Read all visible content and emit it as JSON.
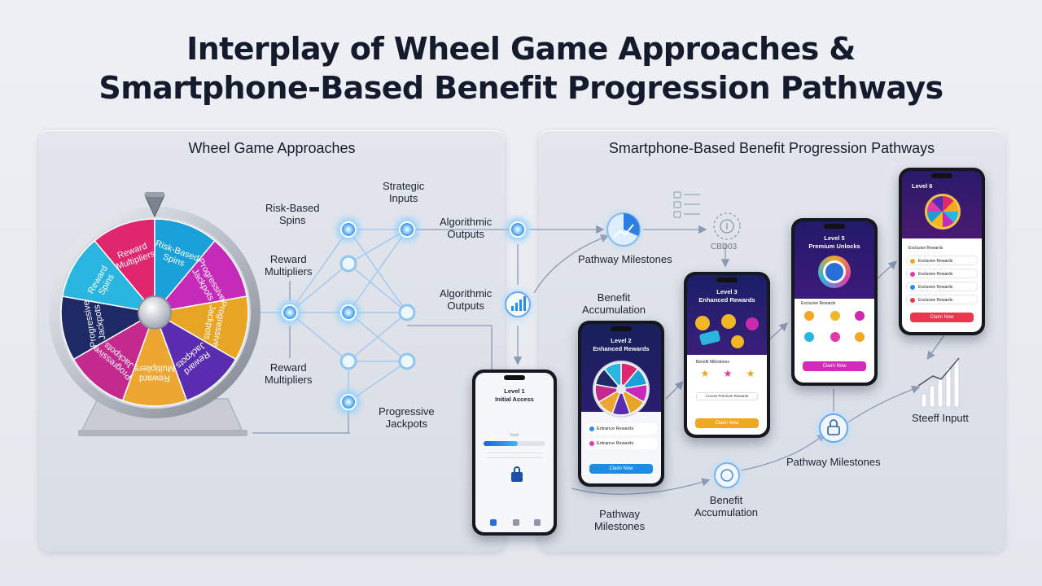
{
  "title_line1": "Interplay of Wheel Game Approaches &",
  "title_line2": "Smartphone-Based Benefit Progression Pathways",
  "left_panel": {
    "heading": "Wheel Game Approaches",
    "wheel_segments": [
      {
        "label": "Reward Multipliers",
        "color": "#e0266e"
      },
      {
        "label": "Risk-Based Spins",
        "color": "#1aa0d8"
      },
      {
        "label": "Progressive Jackpots",
        "color": "#c62ab8"
      },
      {
        "label": "Progressive Jackpots",
        "color": "#e7a425"
      },
      {
        "label": "Reward Jackpots",
        "color": "#5a2db0"
      },
      {
        "label": "Reward Multipliers",
        "color": "#eda631"
      },
      {
        "label": "Progressive Jackpots",
        "color": "#c42a8e"
      },
      {
        "label": "Progressive Jackpots",
        "color": "#1e2a66"
      },
      {
        "label": "Reward Spins",
        "color": "#2ab4e0"
      }
    ],
    "labels": {
      "risk_based_spins": "Risk-Based\nSpins",
      "strategic_inputs": "Strategic\nInputs",
      "reward_multipliers_top": "Reward\nMultipliers",
      "algorithmic_outputs_1": "Algorithmic\nOutputs",
      "algorithmic_outputs_2": "Algorithmic\nOutputs",
      "reward_multipliers_bottom": "Reward\nMultipliers",
      "progressive_jackpots": "Progressive\nJackpots"
    }
  },
  "right_panel": {
    "heading": "Smartphone-Based Benefit Progression Pathways",
    "labels": {
      "pathway_milestones_top": "Pathway Milestones",
      "benefit_accumulation_top": "Benefit\nAccumulation",
      "cbd": "CBD03",
      "pathway_milestones_mid": "Pathway Milestones",
      "steef_input": "Steeff Inputt",
      "benefit_accumulation_bottom": "Benefit\nAccumulation",
      "pathway_milestones_bottom": "Pathway\nMilestones"
    },
    "phones": {
      "p1": {
        "level": "Level 1",
        "subtitle": "Initial Access",
        "progress_label": "Fyrd",
        "progress": 0.55
      },
      "p2": {
        "level": "Level 2",
        "subtitle": "Enhanced Rewards",
        "row1": "Entrance Rewards",
        "row2": "Entrance Rewards",
        "button": "Claim Now"
      },
      "p3": {
        "level": "Level 3",
        "subtitle": "Enhanced Rewards",
        "card_title": "Benefit Milestones",
        "row": "Access Premium Rewards",
        "button": "Claim Now"
      },
      "p4": {
        "level": "Level 5",
        "subtitle": "Premium Unlocks",
        "card_title": "Exclusive Rewards",
        "button": "Claim Now"
      },
      "p5": {
        "level": "Level 6",
        "card_title": "Exclusive Rewards",
        "rows": [
          "Exclusive Rewards",
          "Exclusive Rewards",
          "Exclusive Rewards",
          "Exclusive Rewards"
        ],
        "button": "Claim Now"
      }
    }
  },
  "colors": {
    "title": "#141b2d",
    "node": "#3aa8f0",
    "accent_blue": "#2a8cf0",
    "accent_orange": "#f2a623",
    "accent_pink": "#e03aa8"
  }
}
